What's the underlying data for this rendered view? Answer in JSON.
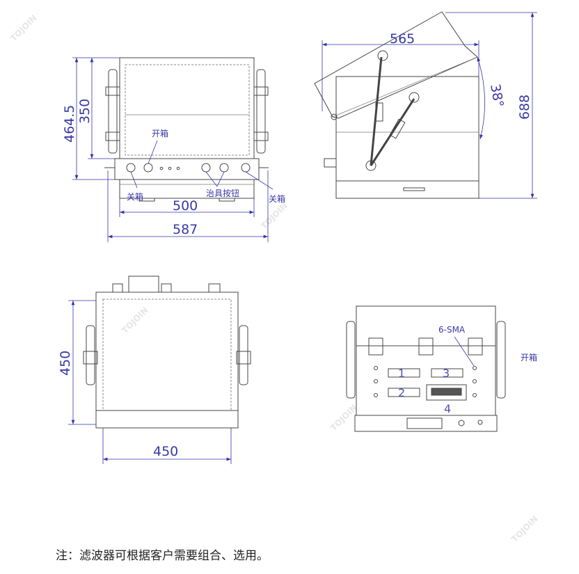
{
  "watermark": "TOJOIN",
  "front_view": {
    "dims": {
      "height_total": "464.5",
      "height_body": "350",
      "width_body": "500",
      "width_total": "587"
    },
    "labels": {
      "open": "开箱",
      "close_left": "关箱",
      "fixture_buttons": "治具按钮",
      "close_right": "关箱"
    }
  },
  "side_view": {
    "dims": {
      "depth": "565",
      "height_open": "688",
      "angle": "38°"
    }
  },
  "top_view": {
    "dims": {
      "depth": "450",
      "width": "450"
    }
  },
  "rear_view": {
    "labels": {
      "connectors": "6-SMA",
      "open": "开箱",
      "slot1": "1",
      "slot2": "2",
      "slot3": "3",
      "slot4": "4"
    }
  },
  "note": "注：滤波器可根据客户需要组合、选用。"
}
